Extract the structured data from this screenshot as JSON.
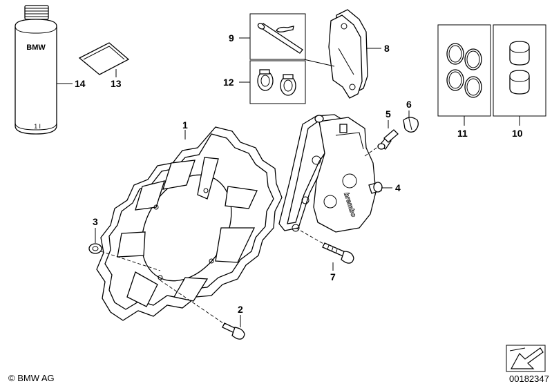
{
  "callouts": {
    "c1": "1",
    "c2": "2",
    "c3": "3",
    "c4": "4",
    "c5": "5",
    "c6": "6",
    "c7": "7",
    "c8": "8",
    "c9": "9",
    "c10": "10",
    "c11": "11",
    "c12": "12",
    "c13": "13",
    "c14": "14"
  },
  "bottle": {
    "brand": "BMW",
    "volume": "1 l"
  },
  "caliper": {
    "logo_text": "brembo"
  },
  "footer": {
    "copyright": "© BMW AG",
    "drawing_number": "00182347"
  }
}
